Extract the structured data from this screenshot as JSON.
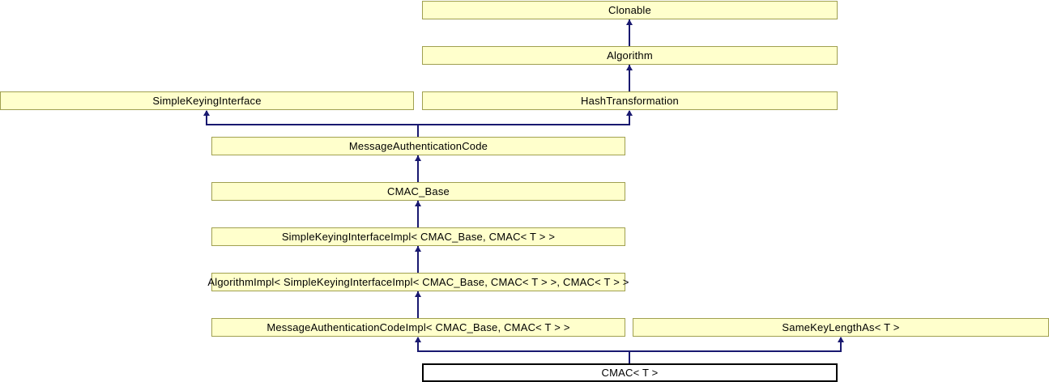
{
  "diagram": {
    "type": "class-inheritance-diagram",
    "nodes": {
      "clonable": {
        "label": "Clonable"
      },
      "algorithm": {
        "label": "Algorithm"
      },
      "simple_keying_interface": {
        "label": "SimpleKeyingInterface"
      },
      "hash_transformation": {
        "label": "HashTransformation"
      },
      "message_authentication_code": {
        "label": "MessageAuthenticationCode"
      },
      "cmac_base": {
        "label": "CMAC_Base"
      },
      "simple_keying_interface_impl": {
        "label": "SimpleKeyingInterfaceImpl< CMAC_Base, CMAC< T > >"
      },
      "algorithm_impl": {
        "label": "AlgorithmImpl< SimpleKeyingInterfaceImpl< CMAC_Base, CMAC< T > >, CMAC< T > >"
      },
      "message_authentication_code_impl": {
        "label": "MessageAuthenticationCodeImpl< CMAC_Base, CMAC< T > >"
      },
      "same_key_length_as": {
        "label": "SameKeyLengthAs< T >"
      },
      "cmac": {
        "label": "CMAC< T >"
      }
    },
    "edges": [
      {
        "from": "algorithm",
        "to": "clonable",
        "relation": "inherits"
      },
      {
        "from": "hash_transformation",
        "to": "algorithm",
        "relation": "inherits"
      },
      {
        "from": "message_authentication_code",
        "to": "simple_keying_interface",
        "relation": "inherits"
      },
      {
        "from": "message_authentication_code",
        "to": "hash_transformation",
        "relation": "inherits"
      },
      {
        "from": "cmac_base",
        "to": "message_authentication_code",
        "relation": "inherits"
      },
      {
        "from": "simple_keying_interface_impl",
        "to": "cmac_base",
        "relation": "inherits"
      },
      {
        "from": "algorithm_impl",
        "to": "simple_keying_interface_impl",
        "relation": "inherits"
      },
      {
        "from": "message_authentication_code_impl",
        "to": "algorithm_impl",
        "relation": "inherits"
      },
      {
        "from": "cmac",
        "to": "message_authentication_code_impl",
        "relation": "inherits"
      },
      {
        "from": "cmac",
        "to": "same_key_length_as",
        "relation": "inherits"
      }
    ],
    "colors": {
      "node_fill": "#ffffcc",
      "node_border": "#a0a050",
      "edge": "#191970",
      "current_node_fill": "#ffffff",
      "current_node_border": "#000000",
      "text": "#000000",
      "background": "#ffffff"
    }
  }
}
